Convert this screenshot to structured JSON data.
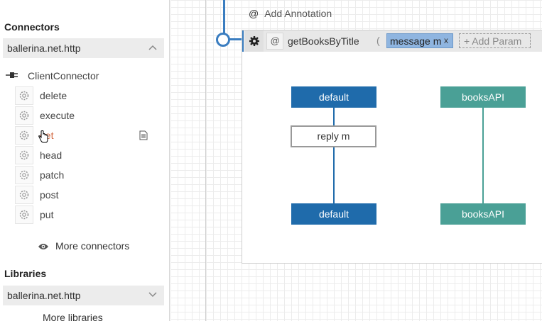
{
  "sidebar": {
    "connectors_title": "Connectors",
    "connectors_package": "ballerina.net.http",
    "connector_name": "ClientConnector",
    "actions": [
      {
        "label": "delete"
      },
      {
        "label": "execute"
      },
      {
        "label": "get"
      },
      {
        "label": "head"
      },
      {
        "label": "patch"
      },
      {
        "label": "post"
      },
      {
        "label": "put"
      }
    ],
    "more_connectors": "More connectors",
    "libraries_title": "Libraries",
    "libraries_package": "ballerina.net.http",
    "more_libraries_cut": "More libraries"
  },
  "canvas": {
    "add_annotation": "Add Annotation",
    "annotation_symbol": "@",
    "function": {
      "name": "getBooksByTitle",
      "at_symbol": "@",
      "open_paren": "(",
      "param_chip": "message m",
      "param_remove": "x",
      "add_param": "+ Add Param"
    },
    "lifelines": {
      "default_top": "default",
      "default_bottom": "default",
      "books_top": "booksAPI",
      "books_bottom": "booksAPI"
    },
    "reply_statement": "reply m"
  },
  "colors": {
    "lifeline_default": "#1f6bab",
    "lifeline_books": "#4aa096",
    "accent": "#3a7dc0",
    "active_action": "#d36a43"
  }
}
